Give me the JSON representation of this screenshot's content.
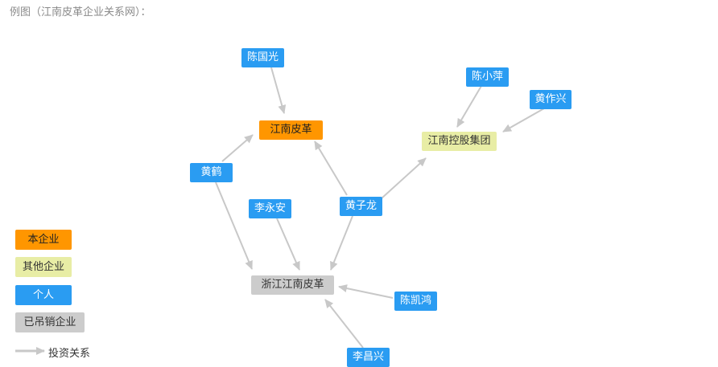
{
  "caption": "例图（江南皮革企业关系网）：",
  "colors": {
    "main": "#ff9600",
    "other": "#e8eda5",
    "person": "#2a9cf2",
    "revoked": "#cccccc",
    "arrow": "#c8c8c8"
  },
  "nodes": {
    "chen_guoguang": "陈国光",
    "jiangnan_pige": "江南皮革",
    "chen_xiaoping": "陈小萍",
    "huang_zuoxing": "黄作兴",
    "jiangnan_group": "江南控股集团",
    "huang_he": "黄鹤",
    "li_yongan": "李永安",
    "huang_zilong": "黄子龙",
    "zhejiang_jiangnan": "浙江江南皮革",
    "chen_kaihong": "陈凯鸿",
    "li_changxing": "李昌兴"
  },
  "edges": [
    {
      "from": "chen_guoguang",
      "to": "jiangnan_pige"
    },
    {
      "from": "huang_he",
      "to": "jiangnan_pige"
    },
    {
      "from": "huang_zilong",
      "to": "jiangnan_pige"
    },
    {
      "from": "huang_zilong",
      "to": "jiangnan_group"
    },
    {
      "from": "chen_xiaoping",
      "to": "jiangnan_group"
    },
    {
      "from": "huang_zuoxing",
      "to": "jiangnan_group"
    },
    {
      "from": "huang_he",
      "to": "zhejiang_jiangnan"
    },
    {
      "from": "li_yongan",
      "to": "zhejiang_jiangnan"
    },
    {
      "from": "huang_zilong",
      "to": "zhejiang_jiangnan"
    },
    {
      "from": "chen_kaihong",
      "to": "zhejiang_jiangnan"
    },
    {
      "from": "li_changxing",
      "to": "zhejiang_jiangnan"
    }
  ],
  "legend": {
    "main": "本企业",
    "other": "其他企业",
    "person": "个人",
    "revoked": "已吊销企业",
    "arrow": "投资关系"
  }
}
